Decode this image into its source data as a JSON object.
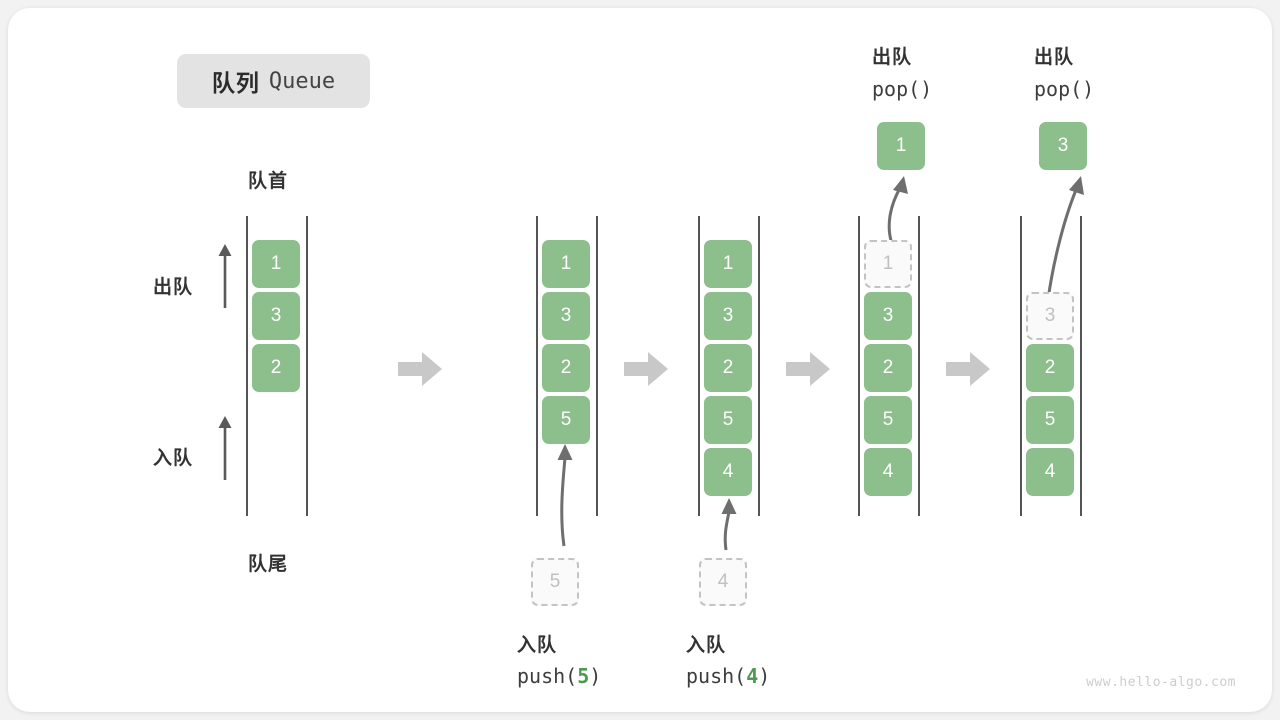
{
  "figure": {
    "title_cn": "队列",
    "title_en": "Queue",
    "watermark": "www.hello-algo.com",
    "colors": {
      "element_fill": "#8cbf8c",
      "element_text": "#ffffff",
      "ghost_border": "#c3c3c3",
      "ghost_text": "#c0c0c0",
      "rail": "#555555",
      "step_arrow": "#c8c8c8",
      "accent_number": "#4e9a51",
      "badge_bg": "#e3e3e3",
      "card_bg": "#ffffff",
      "page_bg": "#f2f2f2"
    }
  },
  "axis_labels": {
    "front": "队首",
    "rear": "队尾",
    "dequeue": "出队",
    "enqueue": "入队"
  },
  "stages": [
    {
      "id": "initial",
      "elements": [
        "1",
        "3",
        "2"
      ],
      "ghost": null,
      "caption_cn": null,
      "caption_code": null
    },
    {
      "id": "push-5",
      "elements": [
        "1",
        "3",
        "2",
        "5"
      ],
      "ghost": {
        "value": "5",
        "position": "below"
      },
      "caption_cn": "入队",
      "caption_code": "push(5)",
      "caption_code_value": "5"
    },
    {
      "id": "push-4",
      "elements": [
        "1",
        "3",
        "2",
        "5",
        "4"
      ],
      "ghost": {
        "value": "4",
        "position": "below"
      },
      "caption_cn": "入队",
      "caption_code": "push(4)",
      "caption_code_value": "4"
    },
    {
      "id": "pop-1",
      "elements": [
        "3",
        "2",
        "5",
        "4"
      ],
      "ghost": {
        "value": "1",
        "position": "slot-0"
      },
      "popped": "1",
      "caption_cn": "出队",
      "caption_code": "pop()"
    },
    {
      "id": "pop-3",
      "elements": [
        "2",
        "5",
        "4"
      ],
      "ghost": {
        "value": "3",
        "position": "slot-1"
      },
      "popped": "3",
      "caption_cn": "出队",
      "caption_code": "pop()"
    }
  ],
  "step_arrows": [
    "step-arrow-1",
    "step-arrow-2",
    "step-arrow-3",
    "step-arrow-4"
  ]
}
